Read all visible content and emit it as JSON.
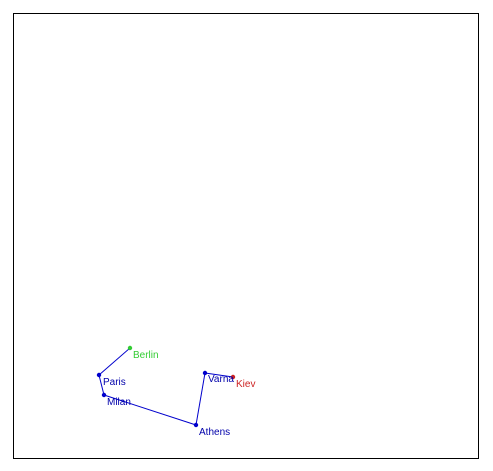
{
  "colors": {
    "frame": "#000000",
    "route": "#0000cc",
    "start": "#33cc33",
    "end": "#cc2222",
    "label_default": "#0000aa"
  },
  "route": {
    "cities": [
      {
        "name": "Berlin",
        "role": "start"
      },
      {
        "name": "Paris",
        "role": "stop"
      },
      {
        "name": "Milan",
        "role": "stop"
      },
      {
        "name": "Athens",
        "role": "stop"
      },
      {
        "name": "Varna",
        "role": "stop"
      },
      {
        "name": "Kiev",
        "role": "end"
      }
    ]
  }
}
